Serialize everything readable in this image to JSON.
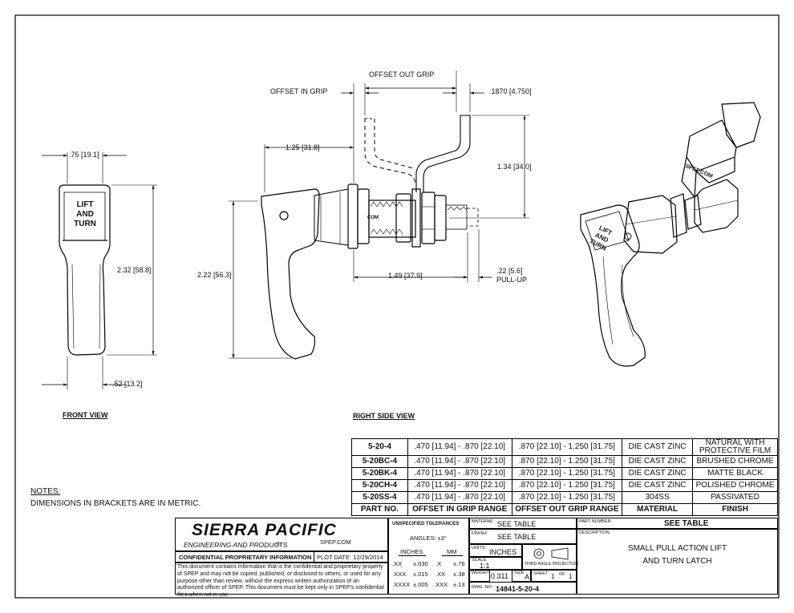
{
  "views": {
    "front_title": "FRONT VIEW",
    "side_title": "RIGHT SIDE VIEW"
  },
  "dimensions": {
    "front_width": ".75 [19.1]",
    "front_height": "2.32 [58.8]",
    "front_base": ".52 [13.2]",
    "side_height": "2.22 [56.3]",
    "offset_in_grip": "OFFSET IN GRIP",
    "offset_out_grip": "OFFSET OUT GRIP",
    "cam_thickness": ".1870 [4.750]",
    "handle_offset": "1.25 [31.8]",
    "cam_height": "1.34 [34.0]",
    "body_length": "1.49 [37.9]",
    "pullup_value": ".22 [5.6]",
    "pullup_label": "PULL-UP"
  },
  "handle_text": [
    "LIFT",
    "AND",
    "TURN"
  ],
  "iso_stamp": "SPEP.COM",
  "bolt_stamp": "COM",
  "notes": {
    "title": "NOTES:",
    "line1": "DIMENSIONS IN BRACKETS ARE IN METRIC."
  },
  "parts_table": {
    "headers": [
      "PART NO.",
      "OFFSET IN GRIP RANGE",
      "OFFSET OUT GRIP RANGE",
      "MATERIAL",
      "FINISH"
    ],
    "rows": [
      [
        "5-20-4",
        ".470 [11.94] - .870 [22.10]",
        ".870 [22.10] - 1.250 [31.75]",
        "DIE CAST ZINC",
        "NATURAL WITH PROTECTIVE FILM"
      ],
      [
        "5-20BC-4",
        ".470 [11.94] - .870 [22.10]",
        ".870 [22.10] - 1.250 [31.75]",
        "DIE CAST ZINC",
        "BRUSHED CHROME"
      ],
      [
        "5-20BK-4",
        ".470 [11.94] - .870 [22.10]",
        ".870 [22.10] - 1.250 [31.75]",
        "DIE CAST ZINC",
        "MATTE BLACK"
      ],
      [
        "5-20CH-4",
        ".470 [11.94] - .870 [22.10]",
        ".870 [22.10] - 1.250 [31.75]",
        "DIE CAST ZINC",
        "POLISHED CHROME"
      ],
      [
        "5-20SS-4",
        ".470 [11.94] - .870 [22.10]",
        ".870 [22.10] - 1.250 [31.75]",
        "304SS",
        "PASSIVATED"
      ]
    ]
  },
  "title_block": {
    "company": "SIERRA PACIFIC",
    "subtitle": "ENGINEERING AND PRODUCTS",
    "registered": "®",
    "website": "SPEP.COM",
    "confidential_title": "CONFIDENTIAL PROPRIETARY INFORMATION",
    "plot_date": "PLOT DATE: 12/29/2014",
    "confidential_text": "This document contains information that is the confidential and proprietary property of SPEP and may not be copied, published, or disclosed to others, or used for any purpose other than review, without the express written authorization of an authorized officer of SPEP. This document must be kept only in SPEP's confidential files when not in use.",
    "tolerances_title": "UNSPECIFIED TOLERANCES",
    "angles": "ANGLES: ±3°",
    "inches_label": "INCHES",
    "mm_label": "MM",
    "tol_rows": [
      [
        ".XX",
        "±.030",
        ".X",
        "±.76"
      ],
      [
        ".XXX",
        "±.015",
        ".XX",
        "±.38"
      ],
      [
        ".XXXX",
        "±.005",
        ".XXX",
        "±.13"
      ]
    ],
    "material_label": "MATERIAL:",
    "material_value": "SEE TABLE",
    "finish_label": "FINISH:",
    "finish_value": "SEE TABLE",
    "units_label": "UNITS:",
    "units_value": "INCHES",
    "scale_label": "SCALE:",
    "scale_value": "1:1",
    "projection_label": "THIRD ANGLE PROJECTION",
    "weight_label": "WEIGHT:",
    "weight_value": "0.311",
    "size_label": "SIZE:",
    "size_value": "A",
    "sheet_label": "SHEET",
    "sheet_num": "1",
    "of_label": "OF",
    "sheet_total": "1",
    "dwg_label": "DWG. NO.",
    "dwg_value": "14841-5-20-4",
    "part_number_label": "PART NUMBER:",
    "part_number_value": "SEE TABLE",
    "description_label": "DESCRIPTION:",
    "description_line1": "SMALL PULL ACTION LIFT",
    "description_line2": "AND TURN LATCH"
  }
}
